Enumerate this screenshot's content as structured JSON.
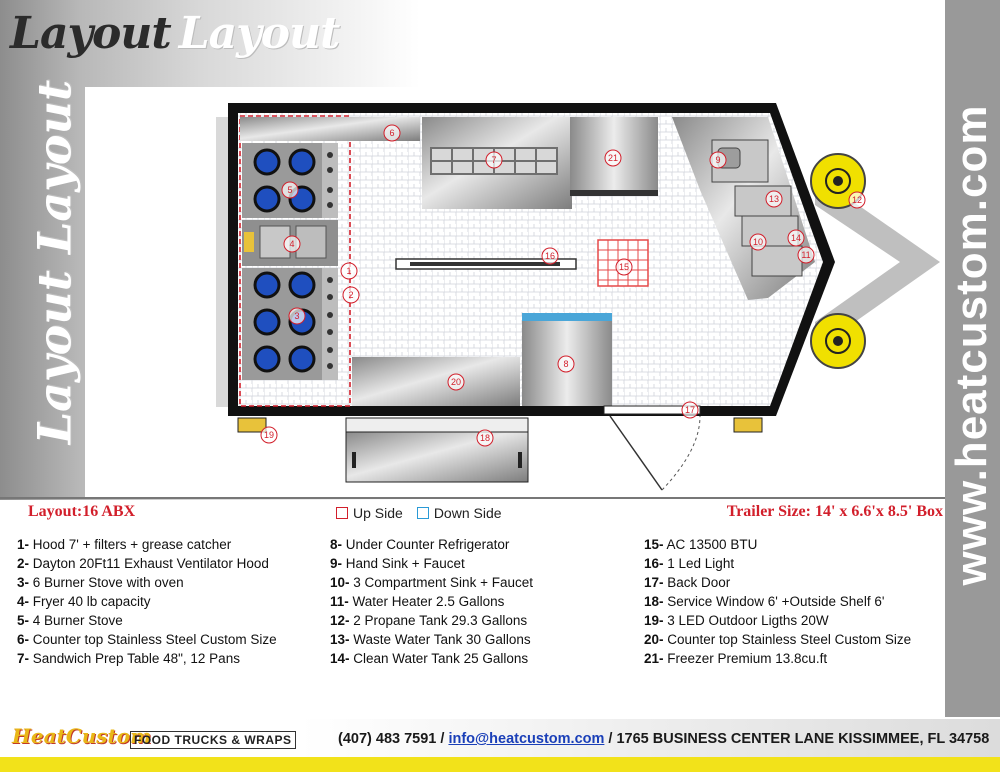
{
  "header": {
    "title_word1": "Layout",
    "title_word2": "Layout",
    "side_title": "Layout Layout",
    "brand": "www.heatcustom.com"
  },
  "info_bar": {
    "layout_name": "Layout:16 ABX",
    "legend_up": "Up Side",
    "legend_down": "Down Side",
    "trailer_size": "Trailer Size: 14' x 6.6'x 8.5' Box"
  },
  "colors": {
    "up_side": "#d21f2b",
    "down_side": "#2a9ad6",
    "accent_red": "#d21f2b",
    "burner": "#1f4fbf",
    "tank": "#f0e000"
  },
  "items": [
    {
      "num": "1-",
      "text": "Hood 7' + filters + grease catcher"
    },
    {
      "num": "2-",
      "text": "Dayton 20Ft11 Exhaust Ventilator Hood"
    },
    {
      "num": "3-",
      "text": "6 Burner  Stove with oven"
    },
    {
      "num": "4-",
      "text": "Fryer 40 lb capacity"
    },
    {
      "num": "5-",
      "text": "4 Burner  Stove"
    },
    {
      "num": "6-",
      "text": "Counter top Stainless Steel Custom Size"
    },
    {
      "num": "7-",
      "text": "Sandwich Prep Table 48\", 12 Pans"
    },
    {
      "num": "8-",
      "text": "Under Counter  Refrigerator"
    },
    {
      "num": "9-",
      "text": "Hand Sink + Faucet"
    },
    {
      "num": "10-",
      "text": " 3 Compartment Sink + Faucet"
    },
    {
      "num": "11-",
      "text": "Water Heater 2.5 Gallons"
    },
    {
      "num": "12-",
      "text": "2 Propane Tank 29.3 Gallons"
    },
    {
      "num": "13-",
      "text": "Waste Water Tank 30 Gallons"
    },
    {
      "num": "14-",
      "text": "Clean Water Tank 25 Gallons"
    },
    {
      "num": "15-",
      "text": "AC 13500 BTU"
    },
    {
      "num": "16-",
      "text": "1 Led Light"
    },
    {
      "num": "17-",
      "text": "Back Door"
    },
    {
      "num": "18-",
      "text": "Service Window 6' +Outside Shelf 6'"
    },
    {
      "num": "19-",
      "text": "3 LED Outdoor Ligths 20W"
    },
    {
      "num": "20-",
      "text": "Counter top Stainless Steel Custom Size"
    },
    {
      "num": "21-",
      "text": "Freezer Premium 13.8cu.ft"
    }
  ],
  "diagram_labels": [
    "1",
    "2",
    "3",
    "4",
    "5",
    "6",
    "7",
    "8",
    "9",
    "10",
    "11",
    "12",
    "13",
    "14",
    "15",
    "16",
    "17",
    "18",
    "19",
    "20",
    "21"
  ],
  "footer": {
    "logo_text": "HeatCustom",
    "logo_tagline": "FOOD TRUCKS & WRAPS",
    "phone": "(407) 483 7591",
    "sep1": " / ",
    "email": "info@heatcustom.com",
    "sep2": " / ",
    "address": "1765 BUSINESS CENTER LANE KISSIMMEE, FL 34758"
  }
}
